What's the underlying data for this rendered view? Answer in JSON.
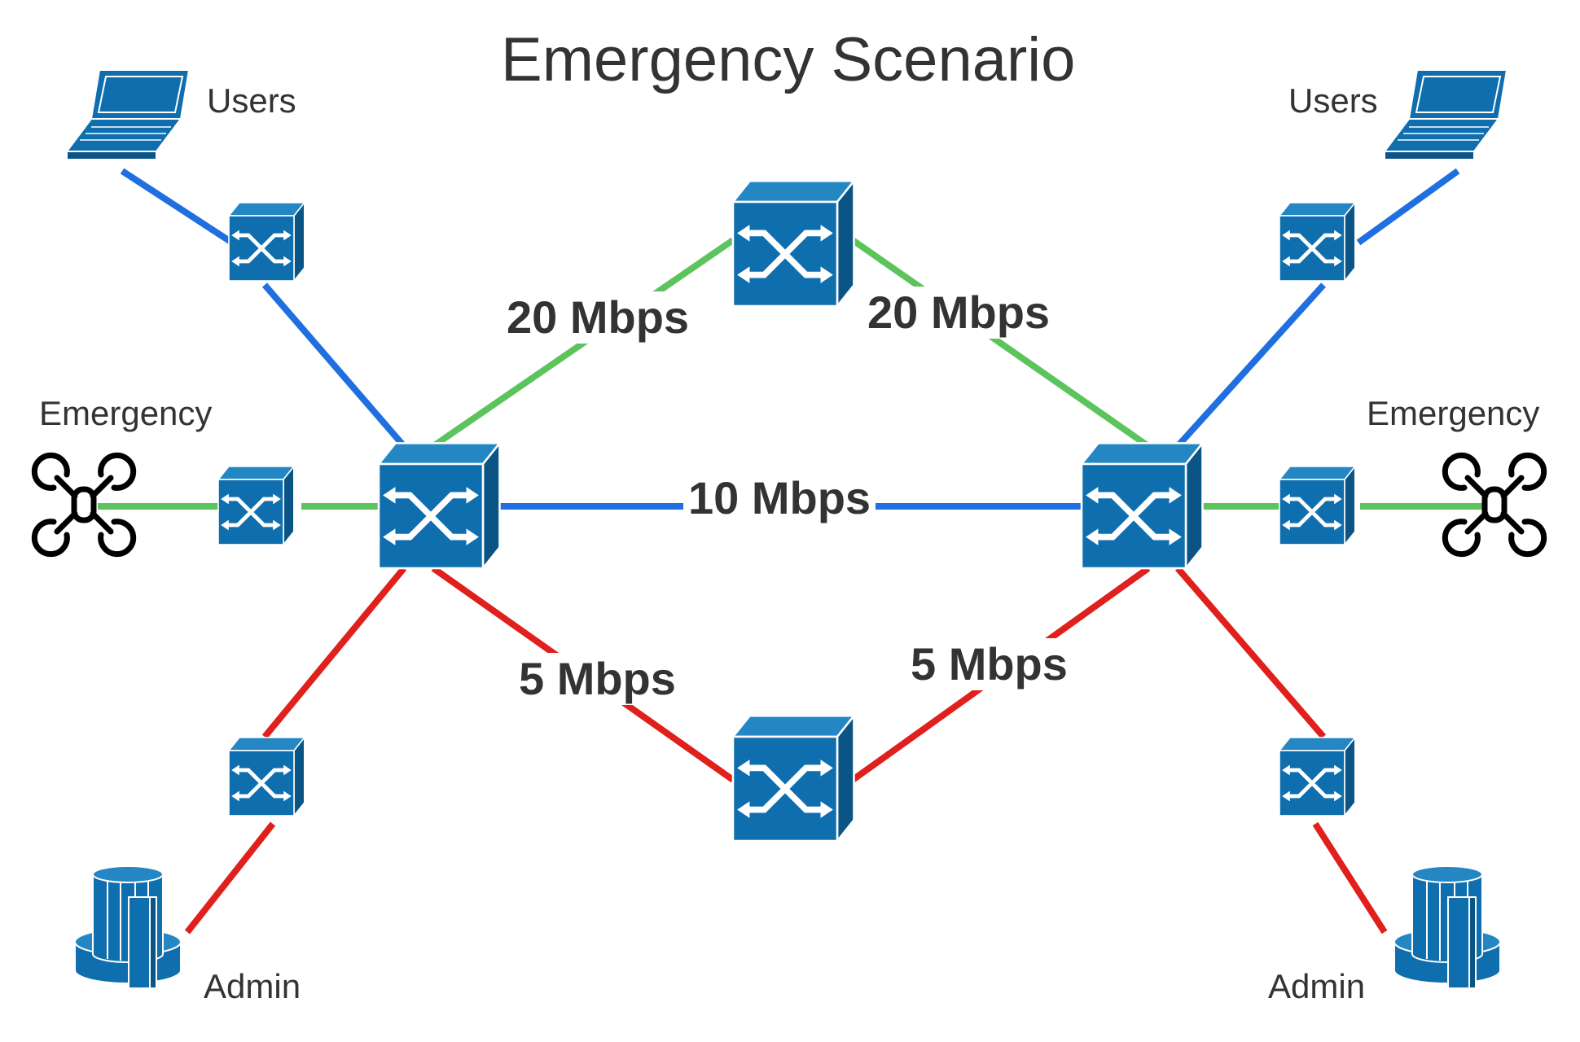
{
  "title": "Emergency Scenario",
  "colors": {
    "switch": "#0f6fae",
    "switch_top": "#2486c3",
    "switch_side": "#0a5585",
    "blue_link": "#1f6fe0",
    "green_link": "#5cc45c",
    "red_link": "#e0201c",
    "text": "#333333"
  },
  "endpoints": {
    "left": {
      "users": "Users",
      "emergency": "Emergency",
      "admin": "Admin"
    },
    "right": {
      "users": "Users",
      "emergency": "Emergency",
      "admin": "Admin"
    }
  },
  "links": {
    "top_left": "20 Mbps",
    "top_right": "20 Mbps",
    "middle": "10 Mbps",
    "bottom_left": "5 Mbps",
    "bottom_right": "5 Mbps"
  },
  "icons": [
    "laptop-icon",
    "switch-icon",
    "drone-icon",
    "server-icon"
  ]
}
